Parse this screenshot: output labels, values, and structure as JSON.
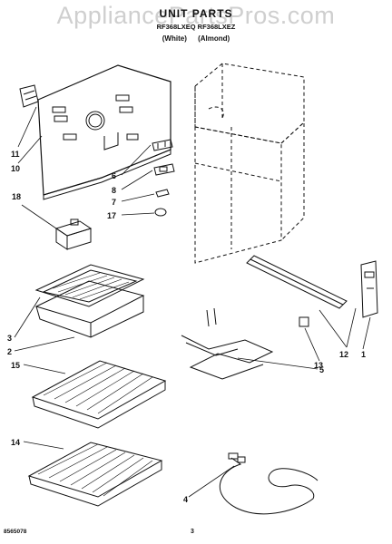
{
  "document": {
    "watermark": "AppliancePartsPros.com",
    "title": "UNIT PARTS",
    "models": "RF368LXEQ RF368LXEZ",
    "colors": [
      "(White)",
      "(Almond)"
    ],
    "footer_code": "8565078",
    "page_number": "3"
  },
  "callouts": [
    {
      "id": "11",
      "label": "11"
    },
    {
      "id": "10",
      "label": "10"
    },
    {
      "id": "6",
      "label": "6"
    },
    {
      "id": "8",
      "label": "8"
    },
    {
      "id": "7",
      "label": "7"
    },
    {
      "id": "17",
      "label": "17"
    },
    {
      "id": "18",
      "label": "18"
    },
    {
      "id": "3",
      "label": "3"
    },
    {
      "id": "2",
      "label": "2"
    },
    {
      "id": "15",
      "label": "15"
    },
    {
      "id": "14",
      "label": "14"
    },
    {
      "id": "4",
      "label": "4"
    },
    {
      "id": "5",
      "label": "5"
    },
    {
      "id": "13",
      "label": "13"
    },
    {
      "id": "12",
      "label": "12"
    },
    {
      "id": "1",
      "label": "1"
    }
  ]
}
